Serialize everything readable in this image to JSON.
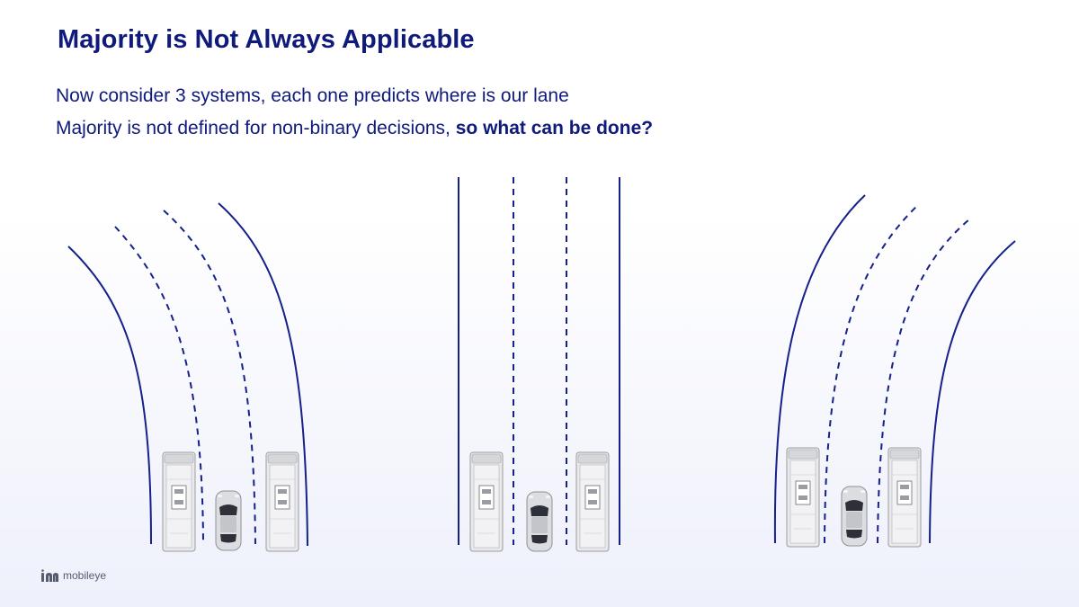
{
  "slide": {
    "title": "Majority is Not Always Applicable",
    "line1": "Now consider 3 systems, each one predicts where is our lane",
    "line2_regular": "Majority is not defined for non-binary decisions, ",
    "line2_bold": "so what can be done?"
  },
  "scenes": [
    {
      "name": "left-curve",
      "direction": "curve-left"
    },
    {
      "name": "straight",
      "direction": "straight"
    },
    {
      "name": "right-curve",
      "direction": "curve-right"
    }
  ],
  "vehicles": {
    "truck_label": "truck",
    "car_label": "car"
  },
  "logo": {
    "text": "mobileye"
  },
  "colors": {
    "title": "#0f1a7a",
    "lane_line": "#16208a",
    "truck": "#e8e8ea",
    "car": "#d9dadd"
  }
}
